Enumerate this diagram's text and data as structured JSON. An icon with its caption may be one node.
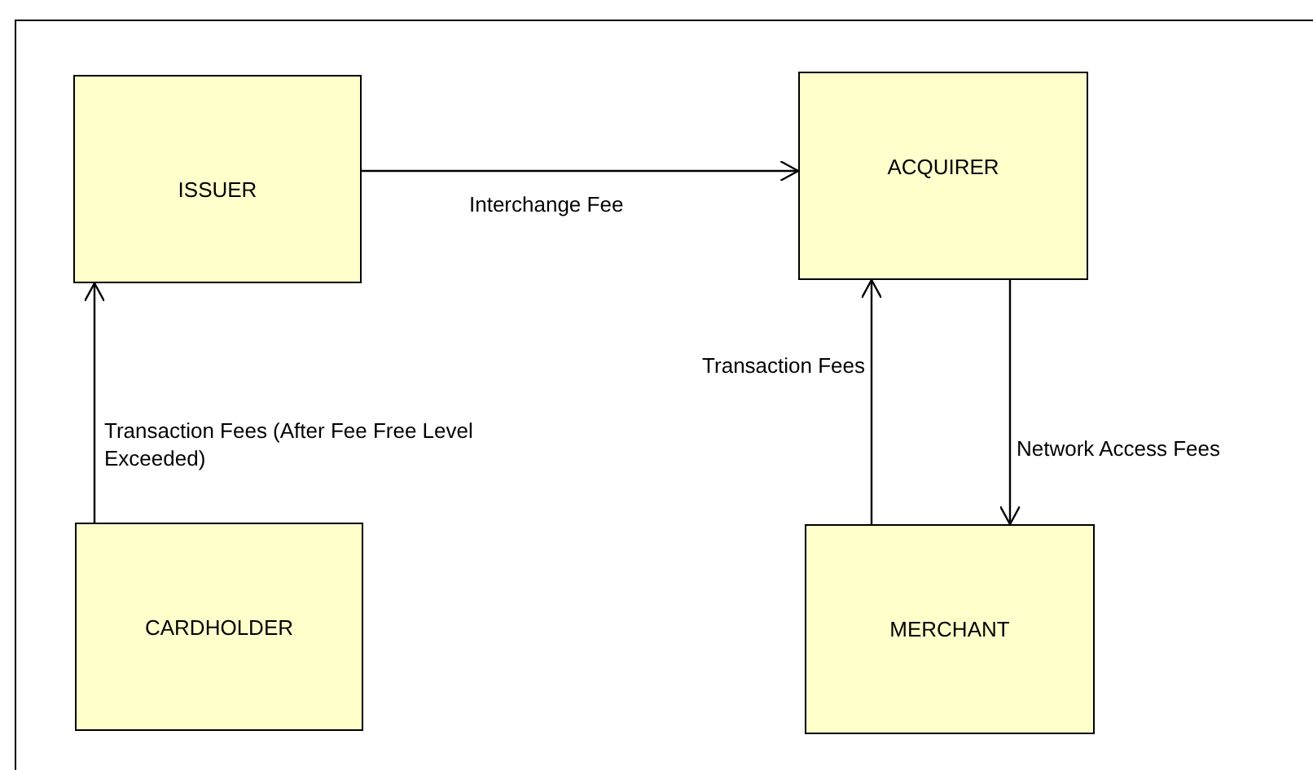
{
  "diagram": {
    "nodes": [
      {
        "text": [
          "ISSUER"
        ]
      },
      {
        "text": [
          "ACQUIRER"
        ]
      },
      {
        "text": [
          "CARDHOLDER"
        ]
      },
      {
        "text": [
          "MERCHANT"
        ]
      }
    ],
    "edges": [
      {
        "from": 0,
        "to": 1,
        "arrow": "to",
        "label": "Interchange Fee"
      },
      {
        "from": 2,
        "to": 0,
        "arrow": "to",
        "label": "Transaction Fees (After Fee Free Level Exceeded)"
      },
      {
        "from": 3,
        "to": 1,
        "arrow": "to",
        "label": "Transaction Fees"
      },
      {
        "from": 1,
        "to": 3,
        "arrow": "to",
        "label": "Network Access Fees"
      }
    ]
  }
}
